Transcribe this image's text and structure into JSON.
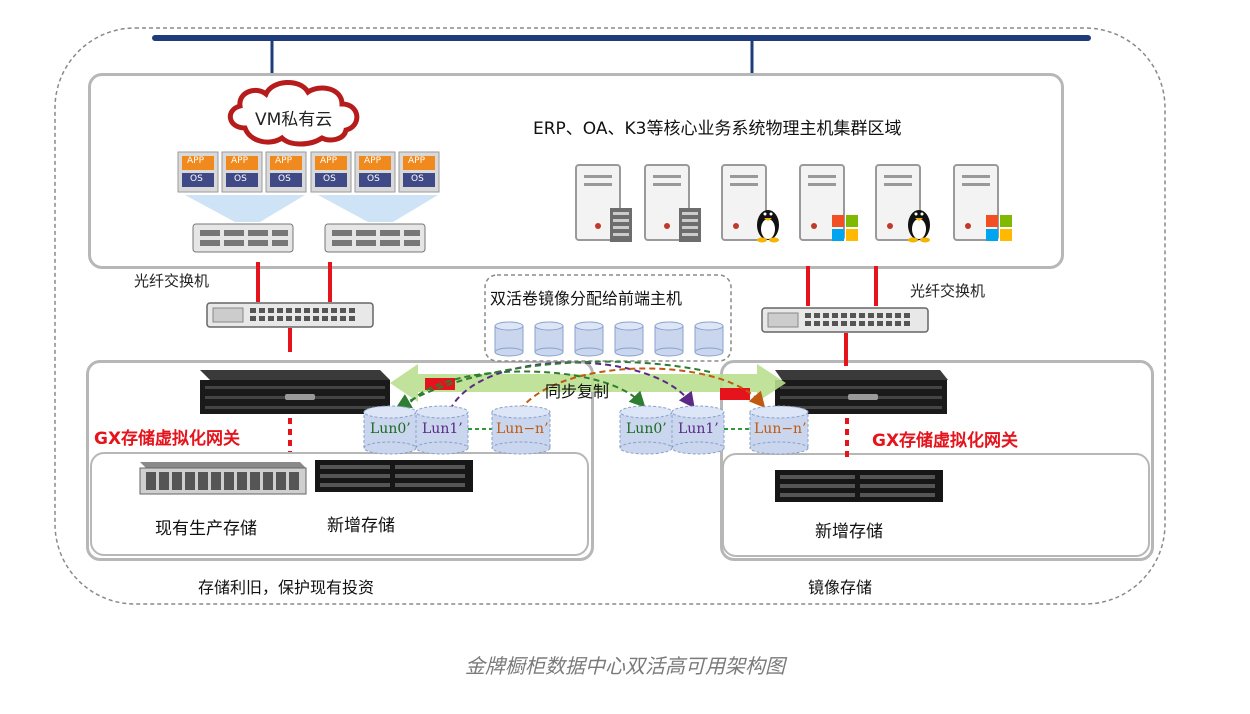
{
  "cloud": {
    "label": "VM私有云"
  },
  "vm_box": {
    "app": "APP",
    "os": "OS"
  },
  "physical_area": {
    "title": "ERP、OA、K3等核心业务系统物理主机集群区域"
  },
  "switch_left": {
    "label": "光纤交换机"
  },
  "switch_right": {
    "label": "光纤交换机"
  },
  "mirror_pool": {
    "label": "双活卷镜像分配给前端主机"
  },
  "sync": {
    "label": "同步复制"
  },
  "gateway_left": {
    "label": "GX存储虚拟化网关"
  },
  "gateway_right": {
    "label": "GX存储虚拟化网关"
  },
  "luns_left": [
    "Lun0’",
    "Lun1’",
    "Lun−n’"
  ],
  "luns_right": [
    "Lun0’",
    "Lun1’",
    "Lun−n’"
  ],
  "storage_left": {
    "existing": "现有生产存储",
    "new": "新增存储",
    "note": "存储利旧，保护现有投资"
  },
  "storage_right": {
    "new": "新增存储",
    "note": "镜像存储"
  },
  "caption": "金牌橱柜数据中心双活高可用架构图",
  "colors": {
    "bus": "#1f3d7a",
    "link_red": "#e5141c",
    "sync_arrow": "#b9df8f",
    "lun_fill": "#c9d6ee",
    "vm_orange": "#f08a1e",
    "vm_blue": "#3f4a86"
  }
}
